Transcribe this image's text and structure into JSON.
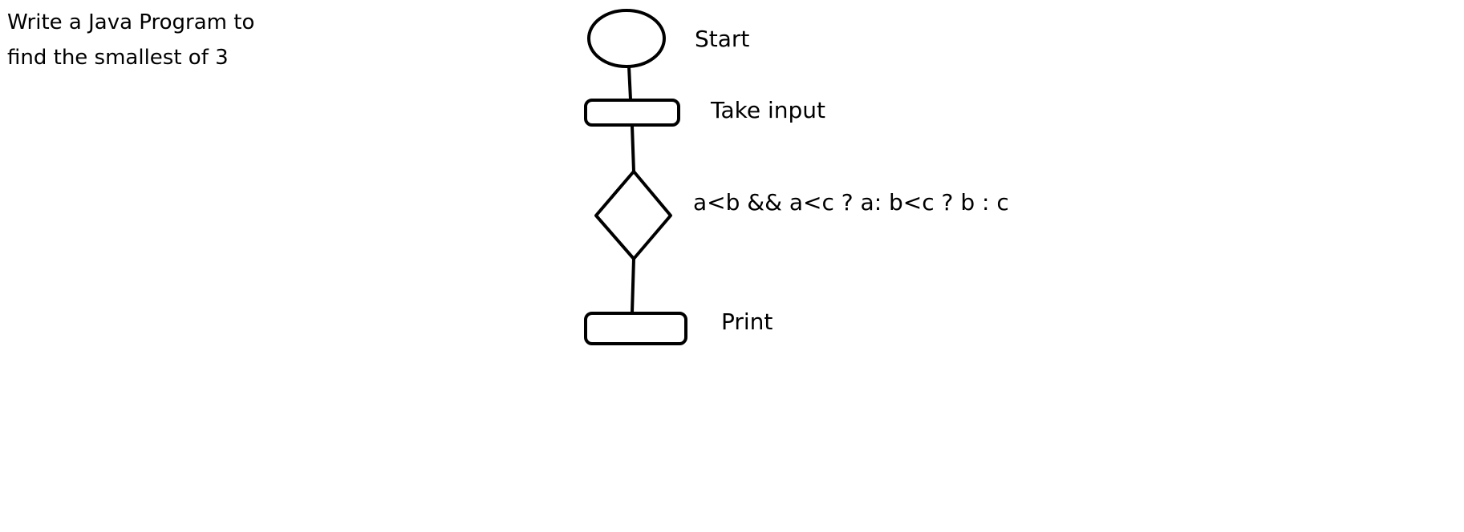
{
  "task": {
    "text": "Write a Java Program to\nfind the smallest of 3"
  },
  "flowchart": {
    "stroke_color": "#000000",
    "background_color": "#ffffff",
    "nodes": [
      {
        "id": "start",
        "shape": "ellipse",
        "label": "Start"
      },
      {
        "id": "input",
        "shape": "rounded-rectangle",
        "label": "Take input"
      },
      {
        "id": "decision",
        "shape": "diamond",
        "label": "a<b && a<c ? a: b<c ? b : c"
      },
      {
        "id": "print",
        "shape": "rounded-rectangle",
        "label": "Print"
      }
    ],
    "edges": [
      {
        "from": "start",
        "to": "input"
      },
      {
        "from": "input",
        "to": "decision"
      },
      {
        "from": "decision",
        "to": "print"
      }
    ]
  }
}
